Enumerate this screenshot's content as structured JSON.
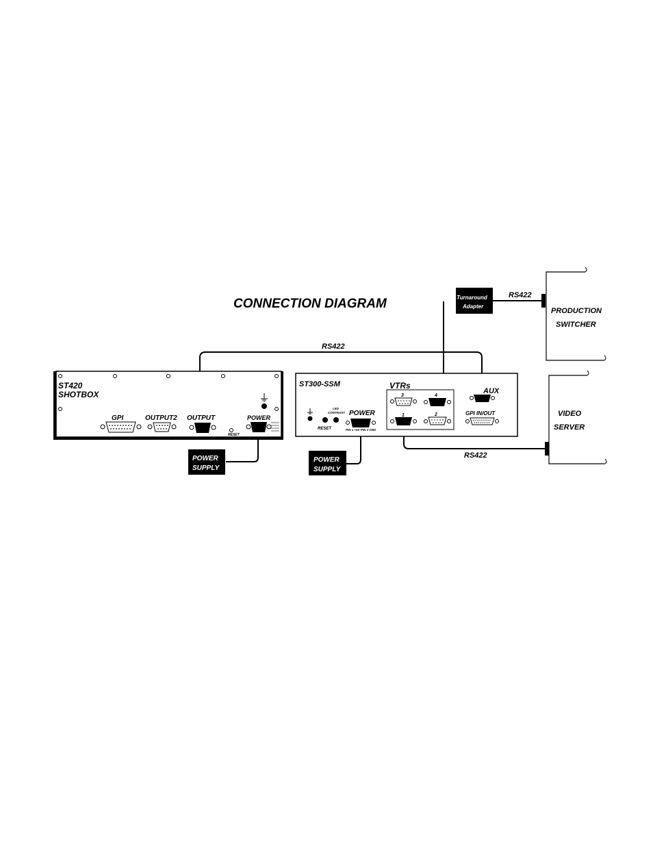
{
  "title": "CONNECTION DIAGRAM",
  "shotbox": {
    "name": "ST420",
    "subname": "SHOTBOX",
    "ports": {
      "gpi": "GPI",
      "output2": "OUTPUT2",
      "output": "OUTPUT",
      "power": "POWER"
    },
    "reset": "RESET"
  },
  "ssm": {
    "name": "ST300-SSM",
    "vtrs": "VTRs",
    "vtr_numbers": [
      "1",
      "2",
      "3",
      "4"
    ],
    "power": "POWER",
    "power_pins": "PIN 1 +5V   PIN 3 GND",
    "reset": "RESET",
    "led_line1": "LED",
    "led_line2": "CONTRAST",
    "aux": "AUX",
    "gpi_inout": "GPI IN/OUT"
  },
  "power_supply_1": {
    "line1": "POWER",
    "line2": "SUPPLY"
  },
  "power_supply_2": {
    "line1": "POWER",
    "line2": "SUPPLY"
  },
  "turnaround": {
    "line1": "Turnaround",
    "line2": "Adapter"
  },
  "links": {
    "rs422_top": "RS422",
    "rs422_mid": "RS422",
    "rs422_bottom": "RS422"
  },
  "production_switcher": {
    "line1": "PRODUCTION",
    "line2": "SWITCHER"
  },
  "video_server": {
    "line1": "VIDEO",
    "line2": "SERVER"
  }
}
